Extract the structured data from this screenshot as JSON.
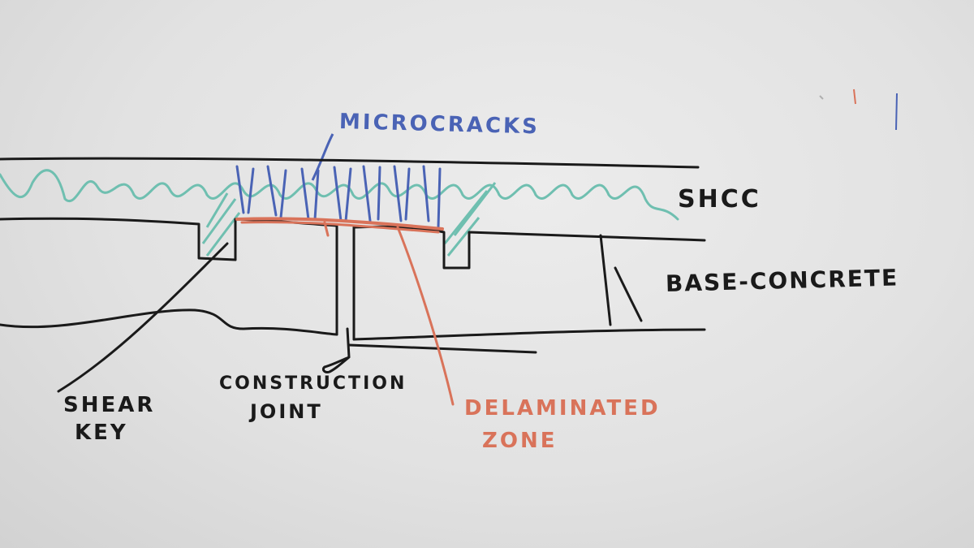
{
  "diagram": {
    "labels": {
      "microcracks": "MICROCRACKS",
      "shcc": "SHCC",
      "base_concrete": "BASE-CONCRETE",
      "shear_key_line1": "SHEAR",
      "shear_key_line2": "KEY",
      "construction_joint_line1": "CONSTRUCTION",
      "construction_joint_line2": "JOINT",
      "delaminated_zone_line1": "DELAMINATED",
      "delaminated_zone_line2": "ZONE"
    },
    "colors": {
      "board": "#e6e6e6",
      "black_marker": "#1a1a1a",
      "blue_marker": "#4a63b5",
      "teal_marker": "#6fbfb0",
      "red_marker": "#d9735a"
    }
  }
}
